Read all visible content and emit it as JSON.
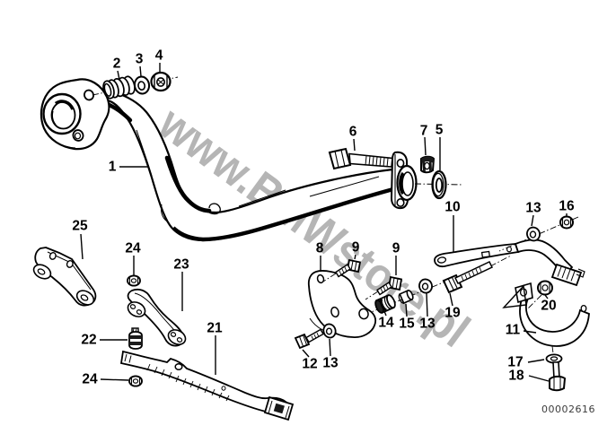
{
  "diagram": {
    "watermark": "www.BMWstore.pl",
    "doc_number": "00002616",
    "background_color": "#ffffff",
    "line_color": "#000000",
    "watermark_color": "#b5b5b5"
  },
  "callouts": [
    {
      "label": "1"
    },
    {
      "label": "2"
    },
    {
      "label": "3"
    },
    {
      "label": "4"
    },
    {
      "label": "6"
    },
    {
      "label": "7"
    },
    {
      "label": "5"
    },
    {
      "label": "10"
    },
    {
      "label": "13"
    },
    {
      "label": "16"
    },
    {
      "label": "25"
    },
    {
      "label": "24"
    },
    {
      "label": "23"
    },
    {
      "label": "8"
    },
    {
      "label": "9"
    },
    {
      "label": "9"
    },
    {
      "label": "22"
    },
    {
      "label": "21"
    },
    {
      "label": "24"
    },
    {
      "label": "12"
    },
    {
      "label": "13"
    },
    {
      "label": "14"
    },
    {
      "label": "15"
    },
    {
      "label": "13"
    },
    {
      "label": "19"
    },
    {
      "label": "20"
    },
    {
      "label": "11"
    },
    {
      "label": "17"
    },
    {
      "label": "18"
    }
  ]
}
